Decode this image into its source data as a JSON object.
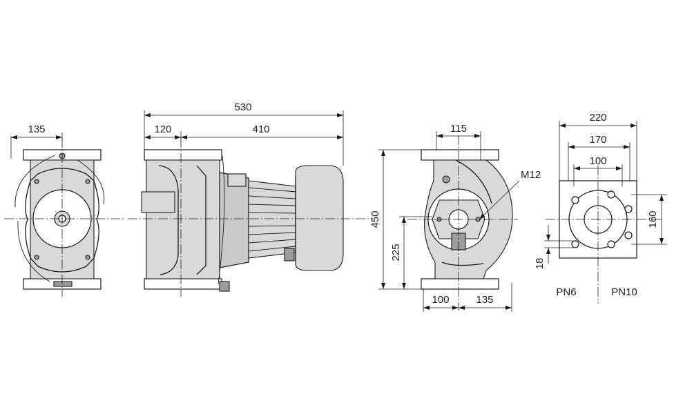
{
  "dimensions": {
    "front_width": "135",
    "side_overall": "530",
    "side_left": "120",
    "side_right": "410",
    "end_width": "115",
    "thread": "M12",
    "height_total": "450",
    "height_axis": "225",
    "base_left": "100",
    "base_right": "135",
    "flange_outer": "220",
    "flange_bolt_circle": "170",
    "flange_bore": "100",
    "flange_vertical": "160",
    "bolt_hole": "18"
  },
  "labels": {
    "pn6": "PN6",
    "pn10": "PN10"
  }
}
